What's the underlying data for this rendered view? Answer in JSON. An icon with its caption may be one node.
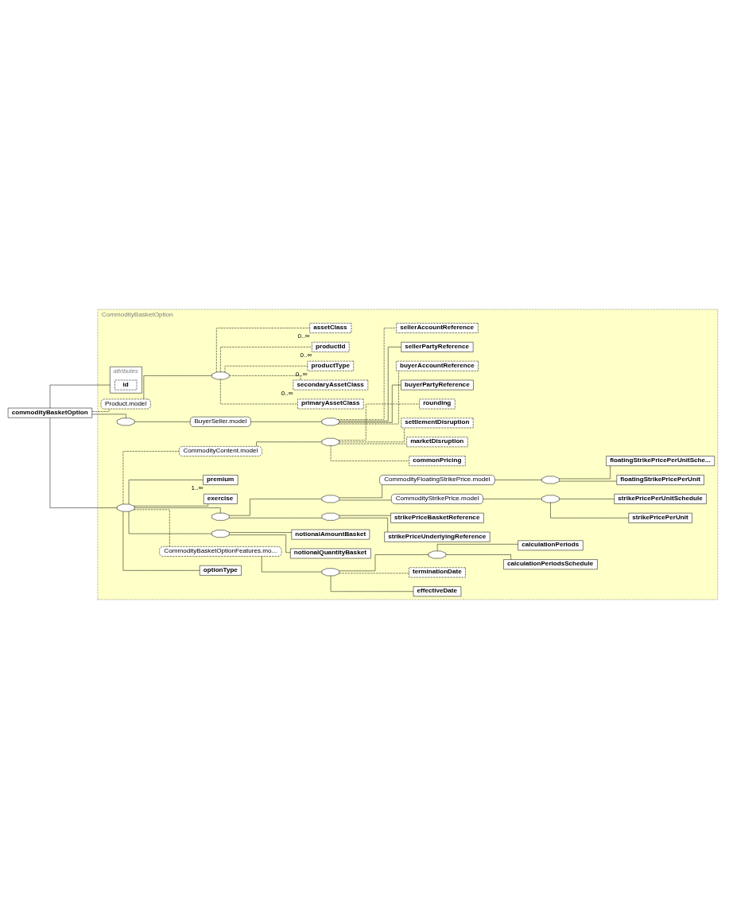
{
  "diagram": {
    "nodes": [
      {
        "text": [
          "CommodityBasketOption"
        ]
      },
      {
        "text": [
          "commodityBasketOption"
        ]
      },
      {
        "text": [
          "attributes"
        ],
        "in": 0
      },
      {
        "text": [
          "id"
        ],
        "in": 2
      },
      {
        "text": [
          "Product.model"
        ],
        "in": 0
      },
      {
        "text": [],
        "shape": "octagon",
        "in": 0
      },
      {
        "text": [
          "primaryAssetClass"
        ],
        "in": 0
      },
      {
        "text": [
          "secondaryAssetClass"
        ],
        "beside": [
          "0..∞"
        ],
        "in": 0
      },
      {
        "text": [
          "productType"
        ],
        "beside": [
          "0..∞"
        ],
        "in": 0
      },
      {
        "text": [
          "productId"
        ],
        "beside": [
          "0..∞"
        ],
        "in": 0
      },
      {
        "text": [
          "assetClass"
        ],
        "beside": [
          "0..∞"
        ],
        "in": 0
      },
      {
        "text": [],
        "shape": "octagon",
        "in": 0
      },
      {
        "text": [
          "BuyerSeller.model"
        ],
        "in": 0
      },
      {
        "text": [],
        "shape": "octagon",
        "in": 0
      },
      {
        "text": [
          "buyerPartyReference"
        ],
        "in": 0
      },
      {
        "text": [
          "buyerAccountReference"
        ],
        "in": 0
      },
      {
        "text": [
          "sellerPartyReference"
        ],
        "in": 0
      },
      {
        "text": [
          "sellerAccountReference"
        ],
        "in": 0
      },
      {
        "text": [],
        "shape": "octagon",
        "in": 0
      },
      {
        "text": [
          "optionType"
        ],
        "in": 0
      },
      {
        "text": [
          "CommodityBasketOptionFeatures.mo..."
        ],
        "in": 0
      },
      {
        "text": [],
        "shape": "octagon",
        "in": 0
      },
      {
        "text": [
          "effectiveDate"
        ],
        "in": 0
      },
      {
        "text": [
          "terminationDate"
        ],
        "in": 0
      },
      {
        "text": [],
        "shape": "octagon",
        "in": 0
      },
      {
        "text": [
          "calculationPeriodsSchedule"
        ],
        "in": 0
      },
      {
        "text": [
          "calculationPeriods"
        ],
        "in": 0
      },
      {
        "text": [],
        "shape": "octagon",
        "in": 0
      },
      {
        "text": [
          "notionalQuantityBasket"
        ],
        "in": 0
      },
      {
        "text": [
          "notionalAmountBasket"
        ],
        "in": 0
      },
      {
        "text": [],
        "shape": "octagon",
        "in": 0
      },
      {
        "text": [],
        "shape": "octagon",
        "in": 0
      },
      {
        "text": [
          "strikePriceUnderlyingReference"
        ],
        "in": 0
      },
      {
        "text": [
          "strikePriceBasketReference"
        ],
        "in": 0
      },
      {
        "text": [],
        "shape": "octagon",
        "in": 0
      },
      {
        "text": [
          "CommodityStrikePrice.model"
        ],
        "in": 0
      },
      {
        "text": [],
        "shape": "octagon",
        "in": 0
      },
      {
        "text": [
          "strikePricePerUnit"
        ],
        "in": 0
      },
      {
        "text": [
          "strikePricePerUnitSchedule"
        ],
        "in": 0
      },
      {
        "text": [
          "CommodityFloatingStrikePrice.model"
        ],
        "in": 0
      },
      {
        "text": [],
        "shape": "octagon",
        "in": 0
      },
      {
        "text": [
          "floatingStrikePricePerUnit"
        ],
        "in": 0
      },
      {
        "text": [
          "floatingStrikePricePerUnitSche..."
        ],
        "in": 0
      },
      {
        "text": [
          "exercise"
        ],
        "in": 0
      },
      {
        "text": [
          "premium"
        ],
        "beside": [
          "1..∞"
        ],
        "in": 0
      },
      {
        "text": [
          "CommodityContent.model"
        ],
        "in": 0
      },
      {
        "text": [],
        "shape": "octagon",
        "in": 0
      },
      {
        "text": [
          "commonPricing"
        ],
        "in": 0
      },
      {
        "text": [
          "marketDisruption"
        ],
        "in": 0
      },
      {
        "text": [
          "settlementDisruption"
        ],
        "in": 0
      },
      {
        "text": [
          "rounding"
        ],
        "in": 0
      }
    ],
    "edges": [
      {
        "from": 1,
        "to": 2,
        "arrow": "none"
      },
      {
        "from": 1,
        "to": 4,
        "arrow": "none",
        "style": "dashed"
      },
      {
        "from": 1,
        "to": 11,
        "arrow": "none"
      },
      {
        "from": 1,
        "to": 18,
        "arrow": "none"
      },
      {
        "from": 4,
        "to": 5,
        "arrow": "none"
      },
      {
        "from": 5,
        "to": 6,
        "arrow": "none",
        "style": "dashed"
      },
      {
        "from": 5,
        "to": 7,
        "arrow": "none",
        "style": "dashed"
      },
      {
        "from": 5,
        "to": 8,
        "arrow": "none",
        "style": "dashed"
      },
      {
        "from": 5,
        "to": 9,
        "arrow": "none",
        "style": "dashed"
      },
      {
        "from": 5,
        "to": 10,
        "arrow": "none",
        "style": "dashed"
      },
      {
        "from": 11,
        "to": 12,
        "arrow": "none"
      },
      {
        "from": 12,
        "to": 13,
        "arrow": "none"
      },
      {
        "from": 13,
        "to": 14,
        "arrow": "none"
      },
      {
        "from": 13,
        "to": 15,
        "arrow": "none",
        "style": "dashed"
      },
      {
        "from": 13,
        "to": 16,
        "arrow": "none"
      },
      {
        "from": 13,
        "to": 17,
        "arrow": "none",
        "style": "dashed"
      },
      {
        "from": 18,
        "to": 19,
        "arrow": "none"
      },
      {
        "from": 18,
        "to": 20,
        "arrow": "none",
        "style": "dashed"
      },
      {
        "from": 20,
        "to": 21,
        "arrow": "none"
      },
      {
        "from": 21,
        "to": 22,
        "arrow": "none"
      },
      {
        "from": 21,
        "to": 23,
        "arrow": "none",
        "style": "dashed"
      },
      {
        "from": 21,
        "to": 24,
        "arrow": "none"
      },
      {
        "from": 24,
        "to": 25,
        "arrow": "none"
      },
      {
        "from": 24,
        "to": 26,
        "arrow": "none"
      },
      {
        "from": 18,
        "to": 27,
        "arrow": "none"
      },
      {
        "from": 27,
        "to": 28,
        "arrow": "none"
      },
      {
        "from": 27,
        "to": 29,
        "arrow": "none"
      },
      {
        "from": 18,
        "to": 30,
        "arrow": "none"
      },
      {
        "from": 30,
        "to": 31,
        "arrow": "none"
      },
      {
        "from": 31,
        "to": 32,
        "arrow": "none"
      },
      {
        "from": 31,
        "to": 33,
        "arrow": "none"
      },
      {
        "from": 30,
        "to": 34,
        "arrow": "none"
      },
      {
        "from": 34,
        "to": 35,
        "arrow": "none"
      },
      {
        "from": 35,
        "to": 36,
        "arrow": "none"
      },
      {
        "from": 36,
        "to": 37,
        "arrow": "none"
      },
      {
        "from": 36,
        "to": 38,
        "arrow": "none"
      },
      {
        "from": 34,
        "to": 39,
        "arrow": "none"
      },
      {
        "from": 39,
        "to": 40,
        "arrow": "none"
      },
      {
        "from": 40,
        "to": 41,
        "arrow": "none"
      },
      {
        "from": 40,
        "to": 42,
        "arrow": "none"
      },
      {
        "from": 18,
        "to": 43,
        "arrow": "none"
      },
      {
        "from": 18,
        "to": 44,
        "arrow": "none"
      },
      {
        "from": 18,
        "to": 45,
        "arrow": "none",
        "style": "dashed"
      },
      {
        "from": 45,
        "to": 46,
        "arrow": "none"
      },
      {
        "from": 46,
        "to": 47,
        "arrow": "none",
        "style": "dashed"
      },
      {
        "from": 46,
        "to": 48,
        "arrow": "none",
        "style": "dashed"
      },
      {
        "from": 46,
        "to": 49,
        "arrow": "none",
        "style": "dashed"
      },
      {
        "from": 46,
        "to": 50,
        "arrow": "none",
        "style": "dashed"
      }
    ]
  }
}
